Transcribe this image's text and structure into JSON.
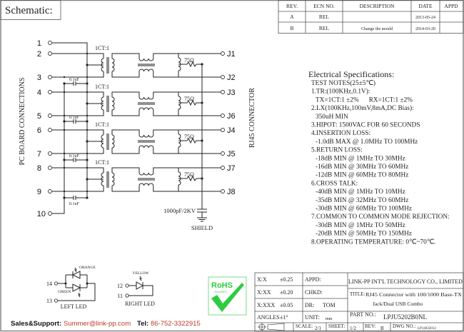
{
  "header": {
    "title": "Schematic:"
  },
  "revision_table": {
    "headers": [
      "REV.",
      "ECN NO.",
      "DESCRIPTION",
      "DATE",
      "APPD"
    ],
    "rows": [
      [
        "A",
        "REL",
        "",
        "2013-05-24",
        ""
      ],
      [
        "B",
        "REL",
        "Change the mould",
        "2014-03-20",
        ""
      ]
    ]
  },
  "schematic": {
    "left_label": "PC BOARD CONNECTIONS",
    "right_label": "RJ45 CONNECTOR",
    "left_pins": [
      "1",
      "2",
      "3",
      "4",
      "5",
      "6",
      "7",
      "8",
      "9",
      "10"
    ],
    "right_pins": [
      "J1",
      "J2",
      "J3",
      "J6",
      "J4",
      "J5",
      "J7",
      "J8"
    ],
    "transformer_ratio": "1CT:1",
    "resistor": "75Ω",
    "capacitor": "0.1uF",
    "shield_cap": "1000pF/2KV",
    "shield": "SHIELD"
  },
  "specs": {
    "title": "Electrical Specifications:",
    "lines": [
      "TEST NOTES(25±5℃)",
      "1.TR:(100KHz,0.1V):",
      "TX=1CT:1 ±2%      RX=1CT:1 ±2%",
      "2.LX(100KHz,100mV,8mA,DC Bias):",
      "350uH MIN",
      "3.HIPOT: 1500VAC FOR 60 SECONDS",
      "4.INSERTION LOSS:",
      "-1.0dB MAX @ 1.0MHz TO 100MHz",
      "5.RETURN LOSS:",
      "-18dB MIN @ 1MHz TO 30MHz",
      "-16dB MIN @ 30MHz TO 60MHz",
      "-12dB MIN @ 60MHz TO 80MHz",
      "6.CROSS TALK:",
      "-40dB MIN @ 1MHz TO 10MHz",
      "-35dB MIN @ 32MHz TO 60MHz",
      "-30dB MIN @ 60MHz TO 100MHz",
      "7.COMMON TO COMMON MODE REJECTION:",
      "-30dB MIN @ 1MHz TO 50MHz",
      "-20dB MIN @ 50MHz TO 150MHz",
      "8.OPERATING TEMPERATURE: 0℃~70℃."
    ]
  },
  "leds": {
    "left": {
      "pins": [
        "14",
        "13"
      ],
      "top_color": "ORANGE",
      "bottom_color": "GREEN",
      "label": "LEFT LED"
    },
    "right": {
      "pins": [
        "12",
        "11"
      ],
      "color": "YELLOW",
      "label": "RIGHT LED"
    }
  },
  "rohs": {
    "title": "RoHS",
    "directive": "2011/65/EC",
    "color": "#2ecc40"
  },
  "title_block": {
    "tolerances": [
      {
        "label": "X:X",
        "value": "±0.25"
      },
      {
        "label": "X:XX",
        "value": "±0.20"
      },
      {
        "label": "X:XXX",
        "value": "±0.05"
      },
      {
        "label": "ANGLES",
        "value": "±1°"
      }
    ],
    "appd_label": "APPD:",
    "chkd_label": "CHKD:",
    "dr_label": "DR:",
    "dr_value": "TOM",
    "unit_label": "UNIT:",
    "unit_value": "mm",
    "company": "LINK-PP INT'L TECHNOLOGY CO., LIMITED",
    "title_label": "TITLE:",
    "title_line1": "RJ45 Connector with 100/1000 Base-TX",
    "title_line2": "Jack/Dual USB Combo",
    "part_label": "PART NO.:",
    "part_value": "LPJU5202B0NL",
    "scale_label": "SCALE:",
    "scale_value": "2/1",
    "sheet_label": "SHEET:",
    "sheet_value": "1/2",
    "rev_label": "REV:",
    "rev_value": "B",
    "dwg_label": "DWG NO.:",
    "dwg_value": "LP14032012"
  },
  "footer": {
    "sales_label": "Sales&Support:",
    "email": "Summer@link-pp.com",
    "tel_label": "Tel:",
    "tel": "86-752-3322915"
  }
}
